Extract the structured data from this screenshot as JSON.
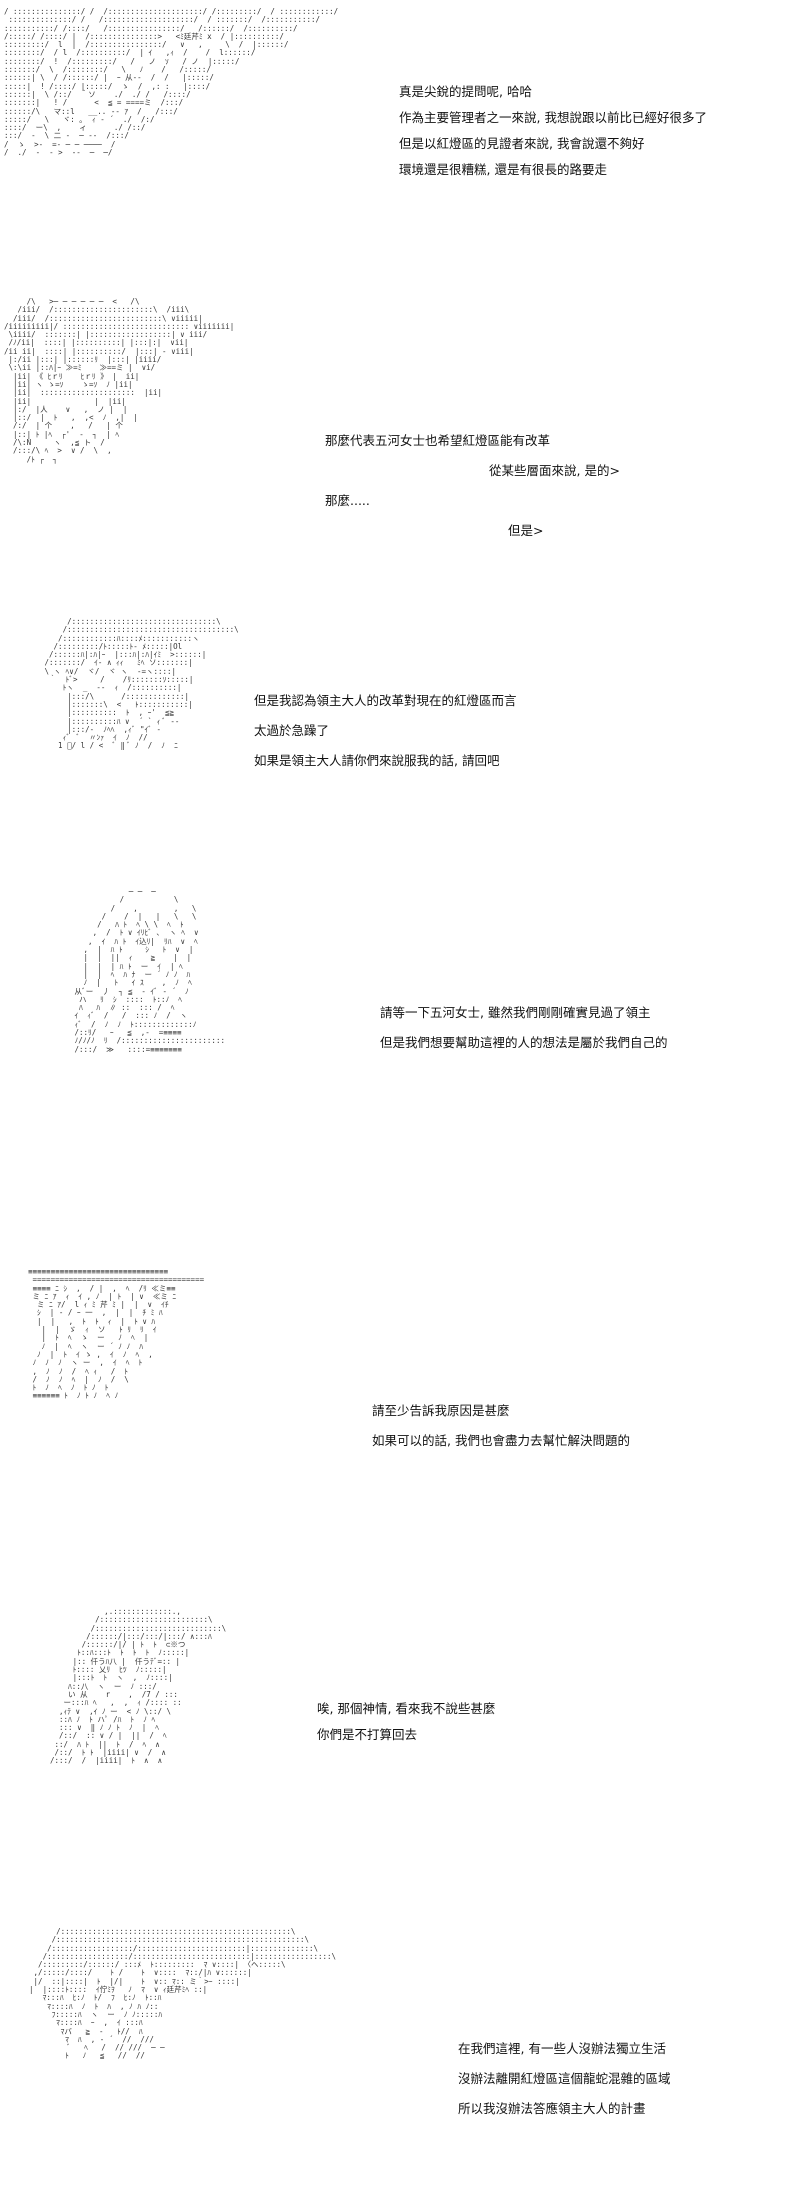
{
  "panels": [
    {
      "art": "/ :::::::::::::::/ /  /:::::::::::::::::::::/ /:::::::::/  / ::::::::::::/\n ::::::::::::::/ /   /::::::::::::::::::::/  / :::::::/  /:::::::::::/\n:::::::::::/ /::::/   /::::::::::::::::/   /::::::/  /::::::::::/\n/:::::/ /::::/ |  /:::::::::::::::>   <ﾐ廷芹ﾐ x  / |::::::::::/\n:::::::::/  l  |  /::::::::::::::::/   ∨   ,     \\  /  |::::::/\n::::::::/  / l  /::::::::::/  | ｲ   ,ｨ  /    /  l::::::/\n::::::::/  !  /:::::::::/   /   ノ  ｿ   / ノ  |:::::/\n:::::::/  \\  /::::::::/   \\   ﾉ    /   /:::::/\n::::::| \\  / /::::::/ |  ｰ 从-‐  /  /   |:::::/\n:::::|  ! /::::/ |:::::/  ゝ  /  ,: :   |::::/\n::::::|  \\ /::/  ｀ソ    ./  ./ /   /::::/\n:::::::|   ! /      <  ≦ = ====ミ  /:::/\n::::::/\\   マ::l   __.. -- ｱ  /   /:::/\n:::::/   \\   ヾ: ｡  ｨ - ´  ./  /:/\n::::/  ー\\  ,    ィ      ./ /::/\n:::/  -  \\ 二 ‐  ─ --  /:::/\n/  ゝ  >-  =- ─ ─ ────  /\n/  ./  -  ‐ >  --  ─  ─/",
      "lines": [
        "真是尖銳的提問呢, 哈哈",
        "作為主要管理者之一來說, 我想說跟以前比已經好很多了",
        "但是以紅燈區的見證者來說, 我會說還不夠好",
        "環境還是很糟糕, 還是有很長的路要走"
      ]
    },
    {
      "art": "     /\\   >─ ─ ─ ─ ─ ─  <   /\\\n   /iii/  /::::::::::::::::::::::\\  /iii\\\n  /iii/  /:::::::::::::::::::::::::\\ ∨iiiii|\n/iiiiiiiii|/ :::::::::::::::::::::::::::: ∨iiiiiii|\n \\iiii/  :::::::| |::::::::::::::::::| ∨ iii/\n /ﾉ/ii|  ::::| |::::::::::| |:::|:|  ∨ii|\n/ii ii|  ::::| |::::::::::/  |:::| ‐ ∨iii|\n |:/ii |:::| |::::::ﾘ  |:::| |iiii/\n \\:\\ii |::ﾊ|ｰ ≫=ﾐ    ≫==ミ |  ∨i/\n  |ii| 《 ﾋｒﾘ    ﾋｒﾘ 》 |  ii|\n  |ii| ヽ ゝ=ｿ    ゝ=ｿ  ﾉ |ii|\n  |ii|  :::::::::::::::::::::  |ii|\n  |ii|              |  |ii|\n  |:/  |人    ∨   ,  ノ |  |\n  |::/  |  ﾄ   ,  ,<  ﾉ  ,|  |\n  /:/  | 个    ,   /   | 个\n  |::| ﾄ |ﾍ  ┌'  -  ┐  | ﾍ\n  /\\:N     ヽ  ,≦ ト  /\n  /:::/\\ ﾍ  >  ∨ /  \\  ,\n     /ﾄ ┌  ┐",
      "lines": [
        "那麼代表五河女士也希望紅燈區能有改革",
        "從某些層面來說, 是的>",
        "那麼.....",
        "但是>"
      ]
    },
    {
      "art": "      /::::::::::::::::::::::::::::::::\\\n     /:::::::::::::::::::::::::::::::::::::\\\n    /::::::::::::ﾊ::::ﾒ:::::::::::ヽ\n   /:::::::::/ﾄ:::::ﾄ‐ ﾒ:::::|Ol\n  /::::::ﾊ|:ﾊ|ｰ  |:::ﾊ|:ﾊ|ｲﾐ  >::::::|\n /:::::::/  ｲ‐ ∧ ｨｨ   ﾐﾍ ソ:::::::|\n \\ ヽ ﾍ∨/  ヾ/  ヾ ヽ  ‐=ヽ::::|\n  ｀  ﾄﾞ>     /    /ﾘ:::::::ｿ:::::|\n     ﾄヽ  _  ‐‐  ｨ  /::::::::::|\n      |:::/\\      /:::::::::::::|\n      |:::::::\\  <   ﾄ:::::::::::|\n      |::::::::::  ﾄ  , ｰ'  ≦≧\n      |::::::::::ﾊ ∨  ´ ` ｨ ﾞ ‐-\n      |:::/‐  ﾉﾍﾍ  ,ｨﾞ \"ｲﾞ ‐\n     ｨﾞ  ﾞ  〃ﾝｧ  ｲ  ﾉ  //\n    1 ﾞ/ l / <  ﾞ ‖ ﾞ ﾉ  /  ﾉ  ﾆ",
      "lines": [
        "但是我認為領主大人的改革對現在的紅燈區而言",
        "太過於急躁了",
        "如果是領主大人請你們來說服我的話, 請回吧"
      ]
    },
    {
      "art": "             ─ ─  ─\n           /           \\\n         /    ,        ,   \\\n       /    /  |   |   \\   \\\n      /   ﾊ ﾄ  ﾍ \\ \\  ﾍ  ﾄ\n     ,  /  ﾄ ∨ ｲﾘﾋﾞ ､  ヽ ﾍ  ∨\n    ,  ｲ  ﾊ ﾄ  ｲ込ﾘ|  ﾘﾊ  ∨  ﾍ\n   ,  |  ﾊ ﾄ     ｼ   ﾄ  ∨  |\n   |  |  ||  ｨ    ≧    |  |\n   |  |  | ﾊ ﾄ  ー  ｲ  | ﾍ\n   |  |  ﾍ  ﾊ ﾅ  ー ´ ﾉ ﾉ  ﾊ\n   ﾉ  |   ﾄ   ｲ ｽ    ,  ﾉ  ﾍ\n 从ﾞー  丿  ┐ ≦  ‐ ｲﾞ ‐ ´  ﾉ\n  ハ   ﾘ  ｼ  ::::  ﾄ::ﾉ  ﾍ\n  ﾊ   ﾊ  ∥ ::  ::: /  ﾍ\n ｲ  ｨﾞ  /   /  ::: ﾉ  /  ヽ\n ｨﾞ  /  ﾉ  ﾉ  ﾄ:::::::::::::ﾉ\n /::ﾘ/   ｰ   ≦  ,-  =≡≡≡≡\n ﾉ/ﾉ/ﾉ  ﾘ  /:::::::::::::::::::::::\n /:::/  ≫   ::::=≡≡≡≡≡≡≡",
      "lines": [
        "請等一下五河女士, 雖然我們剛剛確實見過了領主",
        "但是我們想要幫助這裡的人的想法是屬於我們自己的"
      ]
    },
    {
      "art": "≡≡≡≡≡≡≡≡≡≡≡≡≡≡≡≡≡≡≡≡≡≡≡≡≡≡≡≡≡≡≡\n ======================================\n ≡≡≡≡ ﾆ ｼ  ,  / |  ,  ﾍ  /ﾘ ≪ミ≡≡\n ミ ﾆ ｱ  ｨ  ｲ , ﾉ  | ﾄ  | ∨  ≪ミ ﾆ\n  ミ ﾆ ｱ/  l ｨ ﾐ 芹 ﾐ |  |  ∨  ｲﾁ\n  ｼ  | ‐ / ｰ 一  ,  |  |  ﾁ ﾐ ﾊ\n  |  |   ,  ﾄ  ﾄ  ｨ  |  ﾄ ∨ ﾊ\n   |  |  ゞ  ｨ  ソ   ﾄ ﾘ  ﾘ  ｲ\n   |  ﾄ  ﾍ  ゝ  ー   ﾉ  ﾍ  |\n   ﾉ  |  ﾍ  ヽ  ー ´ ﾉ ﾉ  ﾊ\n  ﾉ  |  ﾄ  ｲ ゝ ,  ｲ  ﾉ  ﾍ  ,\n ﾉ  ﾉ  ﾉ  ヽ ー  ,  ｲ  ﾍ  ﾄ\n ,  ﾉ  ﾉ  /  ﾍ ｨ   /  ﾄ\n /  ﾉ  ﾉ  ﾍ  |  ﾉ  /  \\\n ﾄ  ﾉ  ﾍ  ﾉ  ﾄ ﾉ  ﾄ\n ≡≡≡≡≡≡ ﾄ  ﾉ ﾄ ﾉ  ﾍ ﾉ",
      "lines": [
        "請至少告訴我原因是甚麼",
        "如果可以的話, 我們也會盡力去幫忙解決問題的"
      ]
    },
    {
      "art": "            ,.:::::::::::::.,\n          /::::::::::::::::::::::::\\\n         /::::::::::::::::::::::::::::\\\n        /::::::/|:::/:::/|:::/ ∧:::ﾊ\n       /::::::/|/ | ﾄ  ﾄ  ⊂※つ\n      ﾄ::ﾊ:::ﾄ  ﾄ  ﾄ  ﾄ  ﾉ:::::|\n     |:: 仟うﾊ八 |  仟うﾃﾞ=:: |\n     ﾄ:::: 乂ﾘ  ﾋﾂ  ﾉ:::::|\n     |:::ﾄ  ﾄ  ヽ  ,  ﾉ::::|\n    ﾊ::八  ヽ  ー  ﾉ :::/\n    い 从    r    ,  /7 / :::\n   ー:::ﾊ ﾍ   ,  ,  ｨ /:::: ::\n  ,ｨﾃ ∨  ,ｲ ﾉ ー  < ﾉ \\::/ \\\n  ::ﾊ ﾉ  ﾄ ハﾟ /ﾊ  ﾄ  ﾉ ﾍ\n  ::: ∨  ‖ ﾉ ﾉ ﾄ  ﾉ  |  ﾍ\n  /::/  :: ∨ / |  ||  /  ﾍ\n ::/  ﾊ ﾄ  ||  ﾄ  /  ﾍ  ∧\n /::/  ﾄ ﾄ  |iiii| ∨  /  ∧\n/:::/  /  |iiii|  ﾄ  ∧  ∧",
      "lines": [
        "唉, 那個神情, 看來我不說些甚麼",
        "你們是不打算回去"
      ]
    },
    {
      "art": "        /:::::::::::::::::::::::::::::::::::::::::::::::::::\\\n       /:::::::::::::::::::::::::::::::::::::::::::::::::::::::\\\n      /::::::::::::::::::/::::::::::::::::::::::::|::::::::::::::\\\n     /::::::::::::::::::/::::::::::::::::::::::::::|:::::::::::::::::\\\n    /:::::::::/::::::/ :::ﾒ  ﾄ:::::::::  ﾏ ∨::::| 〈ヘ:::::\\\n   ,/:::::/::::/    ﾄ /    ﾄ  ∨::::  ﾏ::/|ﾊ ∨::::::|\n   |/  ::|::::|  ﾄ  |/|    ﾄ  ∨:: ﾏ:: ミ｀>ｰ ::::|\n  |  |::::ﾄ::::  ｲ佇ﾐｦ   ﾉ  ﾏ  ∨ ｨ廷芹ﾐﾍ ::|\n     ﾏ:::ﾊ  ﾋ:ﾉ  ﾄ/  ﾌ  ﾋ:ﾉ  ﾄ::ﾊ\n      ﾏ::::ﾊ  ﾉ  ﾄ  ﾊ  , ﾉ ﾊ ﾉ::\n       ﾌ:::::ﾊ  ヽ  ー  ﾉ ﾉ:::::ﾊ\n        ﾏ::::ﾊ  ｰ  ,  ｲ :::ﾊ\n         ﾏバ   ≧  ‐   ﾄ//  ﾊ\n          ﾏ  ﾊ  , ‐ ´  //  ///\n           ﾞ   ﾍ   /  // ///  ─ ─\n          ﾄ   ﾉ   ≦   //  //",
      "lines": [
        "在我們這裡, 有一些人沒辦法獨立生活",
        "沒辦法離開紅燈區這個龍蛇混雜的區域",
        "所以我沒辦法答應領主大人的計畫"
      ]
    }
  ]
}
